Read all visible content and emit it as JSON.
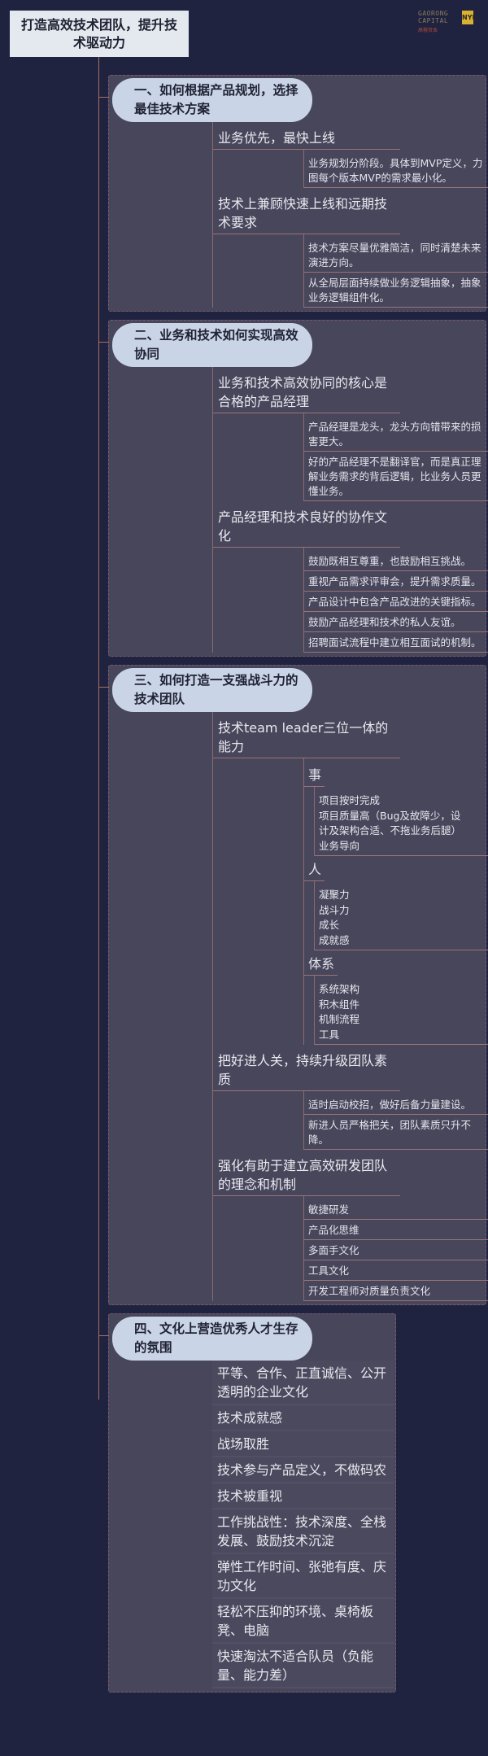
{
  "root": "打造高效技术团队，提升技术驱动力",
  "logo": {
    "line1": "GAORONG",
    "line2": "CAPITAL",
    "mark": "NYD",
    "cn": "高榕资本"
  },
  "sections": [
    {
      "title": "一、如何根据产品规划，选择最佳技术方案",
      "nodes": [
        {
          "label": "业务优先，最快上线",
          "children": [
            {
              "label": "业务规划分阶段。具体到MVP定义，力图每个版本MVP的需求最小化。"
            }
          ]
        },
        {
          "label": "技术上兼顾快速上线和远期技术要求",
          "children": [
            {
              "label": "技术方案尽量优雅简洁，同时清楚未来演进方向。"
            },
            {
              "label": "从全局层面持续做业务逻辑抽象，抽象业务逻辑组件化。"
            }
          ]
        }
      ]
    },
    {
      "title": "二、业务和技术如何实现高效协同",
      "nodes": [
        {
          "label": "业务和技术高效协同的核心是合格的产品经理",
          "children": [
            {
              "label": "产品经理是龙头，龙头方向错带来的损害更大。"
            },
            {
              "label": "好的产品经理不是翻译官，而是真正理解业务需求的背后逻辑，比业务人员更懂业务。"
            }
          ]
        },
        {
          "label": "产品经理和技术良好的协作文化",
          "children": [
            {
              "label": "鼓励既相互尊重，也鼓励相互挑战。"
            },
            {
              "label": "重视产品需求评审会，提升需求质量。"
            },
            {
              "label": "产品设计中包含产品改进的关键指标。"
            },
            {
              "label": "鼓励产品经理和技术的私人友谊。"
            },
            {
              "label": "招聘面试流程中建立相互面试的机制。"
            }
          ]
        }
      ]
    },
    {
      "title": "三、如何打造一支强战斗力的技术团队",
      "nodes": [
        {
          "label": "技术team leader三位一体的能力",
          "children": [
            {
              "label": "事",
              "lines": [
                "项目按时完成",
                "项目质量高（Bug及故障少，设",
                "计及架构合适、不拖业务后腿）",
                "业务导向"
              ]
            },
            {
              "label": "人",
              "lines": [
                "凝聚力",
                "战斗力",
                "成长",
                "成就感"
              ]
            },
            {
              "label": "体系",
              "lines": [
                "系统架构",
                "积木组件",
                "机制流程",
                "工具"
              ]
            }
          ]
        },
        {
          "label": "把好进人关，持续升级团队素质",
          "children": [
            {
              "label": "适时启动校招，做好后备力量建设。"
            },
            {
              "label": "新进人员严格把关，团队素质只升不降。"
            }
          ]
        },
        {
          "label": "强化有助于建立高效研发团队的理念和机制",
          "children": [
            {
              "label": "敏捷研发"
            },
            {
              "label": "产品化思维"
            },
            {
              "label": "多面手文化"
            },
            {
              "label": "工具文化"
            },
            {
              "label": "开发工程师对质量负责文化"
            }
          ]
        }
      ]
    },
    {
      "title": "四、文化上营造优秀人才生存的氛围",
      "flat": [
        "平等、合作、正直诚信、公开透明的企业文化",
        "技术成就感",
        "战场取胜",
        "技术参与产品定义，不做码农",
        "技术被重视",
        "工作挑战性：技术深度、全栈发展、鼓励技术沉淀",
        "弹性工作时间、张弛有度、庆功文化",
        "轻松不压抑的环境、桌椅板凳、电脑",
        "快速淘汰不适合队员（负能量、能力差）"
      ]
    }
  ]
}
